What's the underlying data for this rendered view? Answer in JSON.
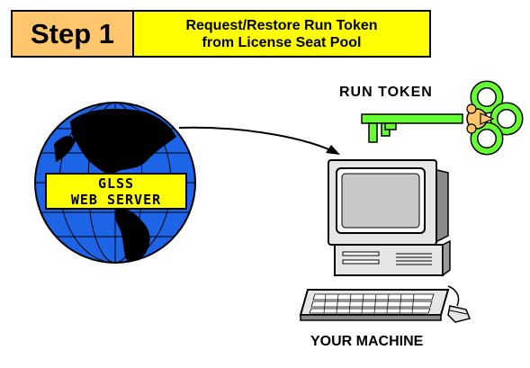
{
  "step": {
    "label": "Step 1",
    "title_line1": "Request/Restore Run Token",
    "title_line2": "from License Seat Pool"
  },
  "server": {
    "line1": "GLSS",
    "line2": "WEB SERVER"
  },
  "token": {
    "label": "RUN TOKEN"
  },
  "machine": {
    "label": "YOUR MACHINE"
  },
  "colors": {
    "step_box": "#ffc66e",
    "title_bg": "#ffff00",
    "globe_ocean": "#1e64e6",
    "globe_land": "#000000",
    "key": "#66ff33",
    "computer": "#e6e6e6"
  }
}
